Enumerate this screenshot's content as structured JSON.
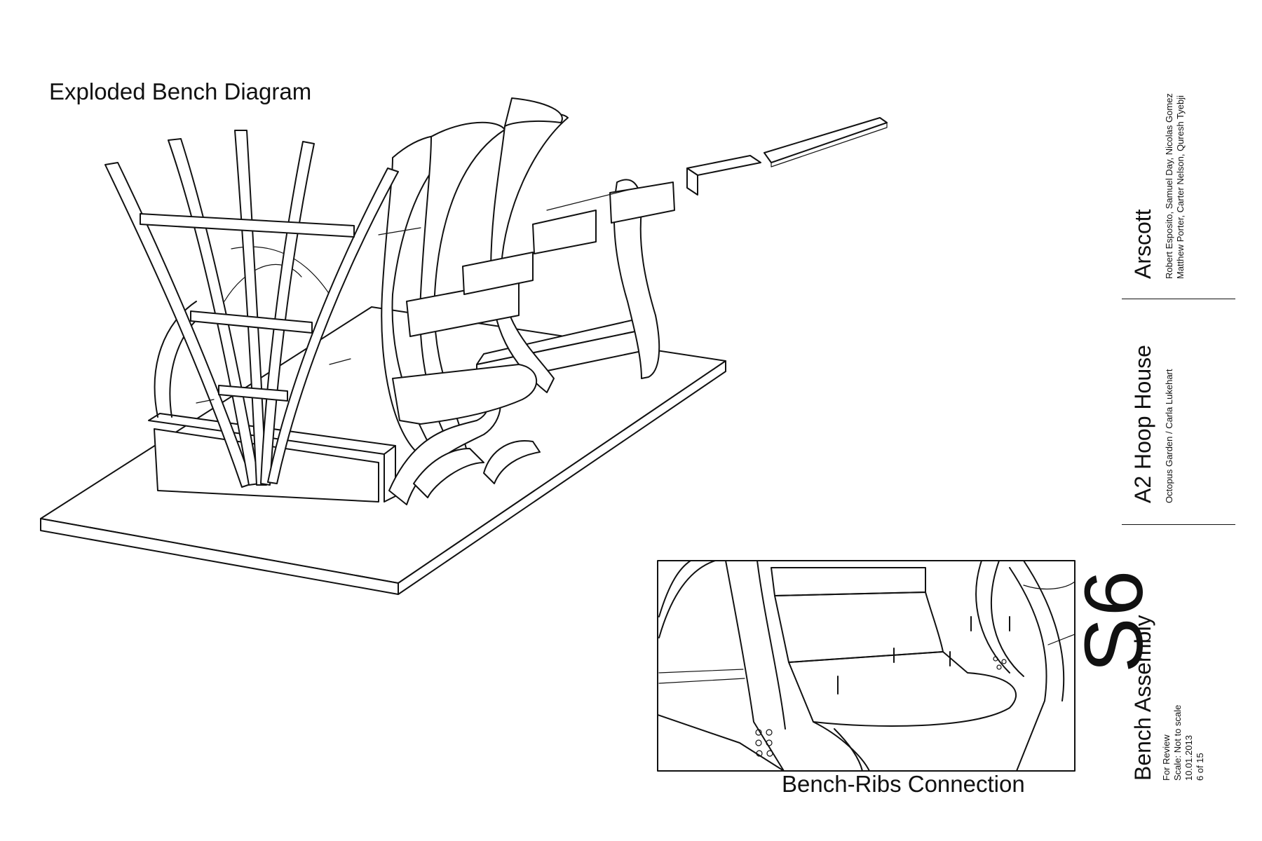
{
  "drawing": {
    "title": "Exploded Bench Diagram",
    "detail_caption": "Bench-Ribs Connection"
  },
  "title_block": {
    "project": {
      "name": "Arscott",
      "team_line1": "Robert Esposito, Samuel Day, Nicolas Gomez",
      "team_line2": "Matthew Porter, Carter Nelson, Quresh Tyebji"
    },
    "site": {
      "name": "A2 Hoop House",
      "client": "Octopus Garden / Carla Lukehart"
    },
    "sheet": {
      "name": "Bench Assembly",
      "status": "For Review",
      "scale": "Scale: Not to scale",
      "date": "10.01.2013",
      "page": "6 of 15",
      "number": "S6"
    }
  }
}
